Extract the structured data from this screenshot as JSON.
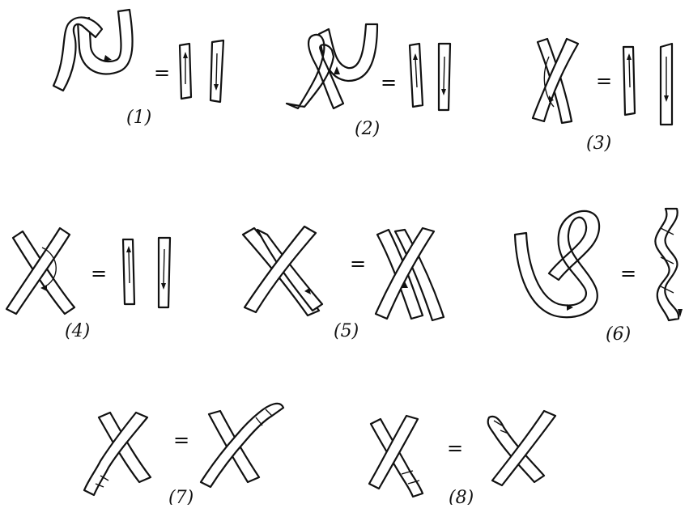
{
  "equals_sign": "=",
  "panels": [
    {
      "id": "p1",
      "label": "(1)"
    },
    {
      "id": "p2",
      "label": "(2)"
    },
    {
      "id": "p3",
      "label": "(3)"
    },
    {
      "id": "p4",
      "label": "(4)"
    },
    {
      "id": "p5",
      "label": "(5)"
    },
    {
      "id": "p6",
      "label": "(6)"
    },
    {
      "id": "p7",
      "label": "(7)"
    },
    {
      "id": "p8",
      "label": "(8)"
    }
  ]
}
